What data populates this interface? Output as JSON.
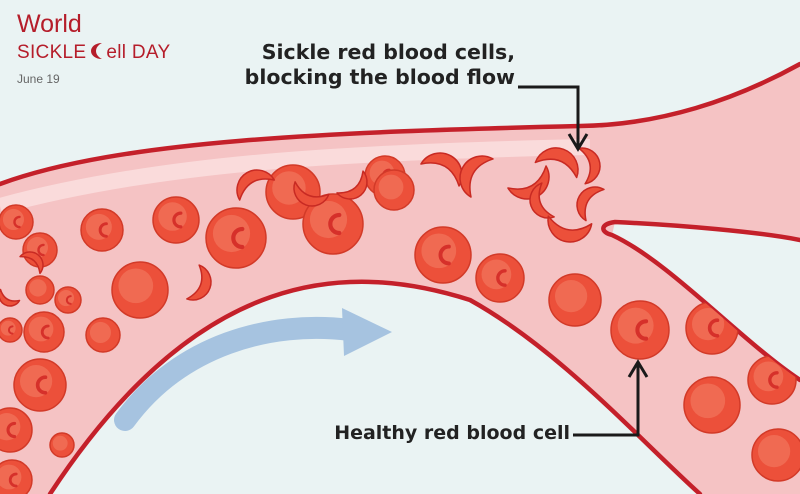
{
  "header": {
    "world": "World",
    "sickle_prefix": "SICKLE",
    "sickle_suffix": "ell DAY",
    "date": "June 19",
    "logo_letter_icon": "crescent-c-icon"
  },
  "callouts": {
    "sickle_line1": "Sickle red blood cells,",
    "sickle_line2": "blocking the blood flow",
    "healthy": "Healthy red blood cell"
  },
  "colors": {
    "background": "#eaf3f3",
    "vessel_wall": "#c4202a",
    "vessel_fill": "#f5c3c4",
    "cell": "#ec503a",
    "brand_red": "#b51d2a",
    "flow_arrow": "#a6c3e0"
  }
}
